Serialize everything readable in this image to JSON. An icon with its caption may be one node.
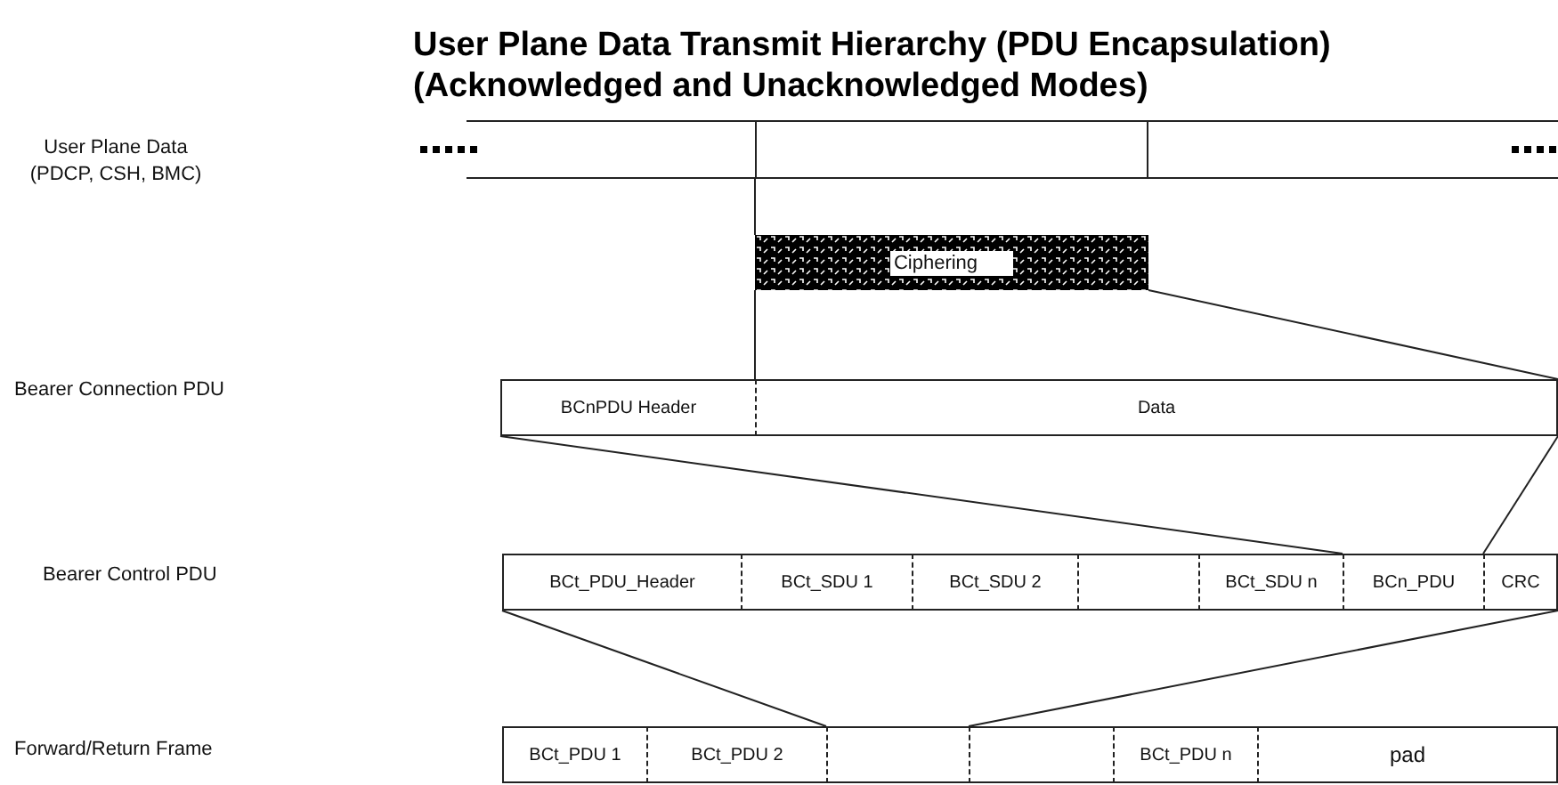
{
  "diagram": {
    "title": "User Plane Data Transmit Hierarchy (PDU Encapsulation) (Acknowledged and Unacknowledged Modes)",
    "nodes": [
      {
        "text": [],
        "shape": "box"
      },
      {
        "text": [
          "Ciphering"
        ]
      },
      {
        "text": [
          "BCnPDU Header"
        ]
      },
      {
        "text": [
          "Data"
        ]
      },
      {
        "text": [
          "BCt_PDU_Header"
        ]
      },
      {
        "text": [
          "BCt_SDU 1"
        ]
      },
      {
        "text": [
          "BCt_SDU 2"
        ]
      },
      {
        "text": [],
        "shape": "box"
      },
      {
        "text": [
          "BCt_SDU n"
        ]
      },
      {
        "text": [
          "BCn_PDU"
        ]
      },
      {
        "text": [
          "CRC"
        ]
      },
      {
        "text": [
          "BCt_PDU 1"
        ]
      },
      {
        "text": [
          "BCt_PDU 2"
        ]
      },
      {
        "text": [],
        "shape": "box"
      },
      {
        "text": [],
        "shape": "box"
      },
      {
        "text": [
          "BCt_PDU n"
        ]
      },
      {
        "text": [
          "pad"
        ]
      }
    ],
    "edges": [
      {
        "from": 0,
        "to": 1,
        "arrow": "none"
      },
      {
        "from": 1,
        "to": 2,
        "arrow": "none"
      },
      {
        "from": 1,
        "to": 3,
        "arrow": "none"
      },
      {
        "from": 2,
        "to": 9,
        "arrow": "none"
      },
      {
        "from": 3,
        "to": 10,
        "arrow": "none"
      },
      {
        "from": 4,
        "to": 13,
        "arrow": "none"
      },
      {
        "from": 10,
        "to": 13,
        "arrow": "none"
      }
    ],
    "labels": [
      "User Plane Data (PDCP, CSH, BMC)",
      "Bearer Connection PDU",
      "Bearer Control PDU",
      "Forward/Return Frame"
    ]
  }
}
